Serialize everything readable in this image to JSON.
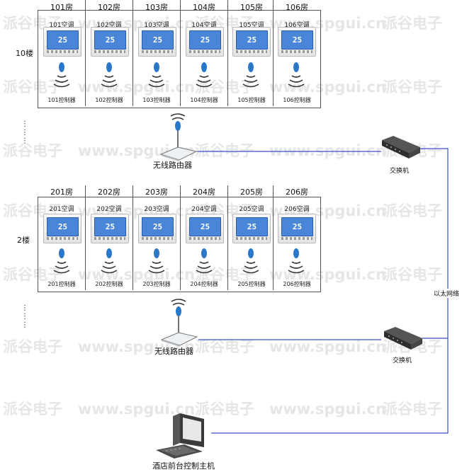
{
  "floors": [
    {
      "label": "10楼",
      "rooms": [
        {
          "room": "101房",
          "ac": "101空调",
          "controller": "101控制器",
          "temp": "25"
        },
        {
          "room": "102房",
          "ac": "102空调",
          "controller": "102控制器",
          "temp": "25"
        },
        {
          "room": "103房",
          "ac": "103空调",
          "controller": "103控制器",
          "temp": "25"
        },
        {
          "room": "104房",
          "ac": "104空调",
          "controller": "104控制器",
          "temp": "25"
        },
        {
          "room": "105房",
          "ac": "105空调",
          "controller": "105控制器",
          "temp": "25"
        },
        {
          "room": "106房",
          "ac": "106空调",
          "controller": "106控制器",
          "temp": "25"
        }
      ],
      "router": "无线路由器",
      "switch": "交换机"
    },
    {
      "label": "2楼",
      "rooms": [
        {
          "room": "201房",
          "ac": "201空调",
          "controller": "201控制器",
          "temp": "25"
        },
        {
          "room": "202房",
          "ac": "202空调",
          "controller": "202控制器",
          "temp": "25"
        },
        {
          "room": "203房",
          "ac": "203空调",
          "controller": "203控制器",
          "temp": "25"
        },
        {
          "room": "204房",
          "ac": "204空调",
          "controller": "204控制器",
          "temp": "25"
        },
        {
          "room": "205房",
          "ac": "205空调",
          "controller": "205控制器",
          "temp": "25"
        },
        {
          "room": "206房",
          "ac": "206空调",
          "controller": "206控制器",
          "temp": "25"
        }
      ],
      "router": "无线路由器",
      "switch": "交换机"
    }
  ],
  "ellipsis": "⋮",
  "ethernet_label": "以太网络",
  "host_label": "酒店前台控制主机",
  "watermark": {
    "brand": "派谷电子",
    "url": "www.spgui.cn"
  },
  "colors": {
    "network_line": "#3a4fd0",
    "screen": "#4a86d8",
    "antenna_dot": "#2a76c8"
  },
  "icons": {
    "router": "wireless-router-icon",
    "switch": "network-switch-icon",
    "host": "desktop-computer-icon",
    "wireless": "wireless-signal-icon",
    "thermostat": "thermostat-panel-icon"
  }
}
